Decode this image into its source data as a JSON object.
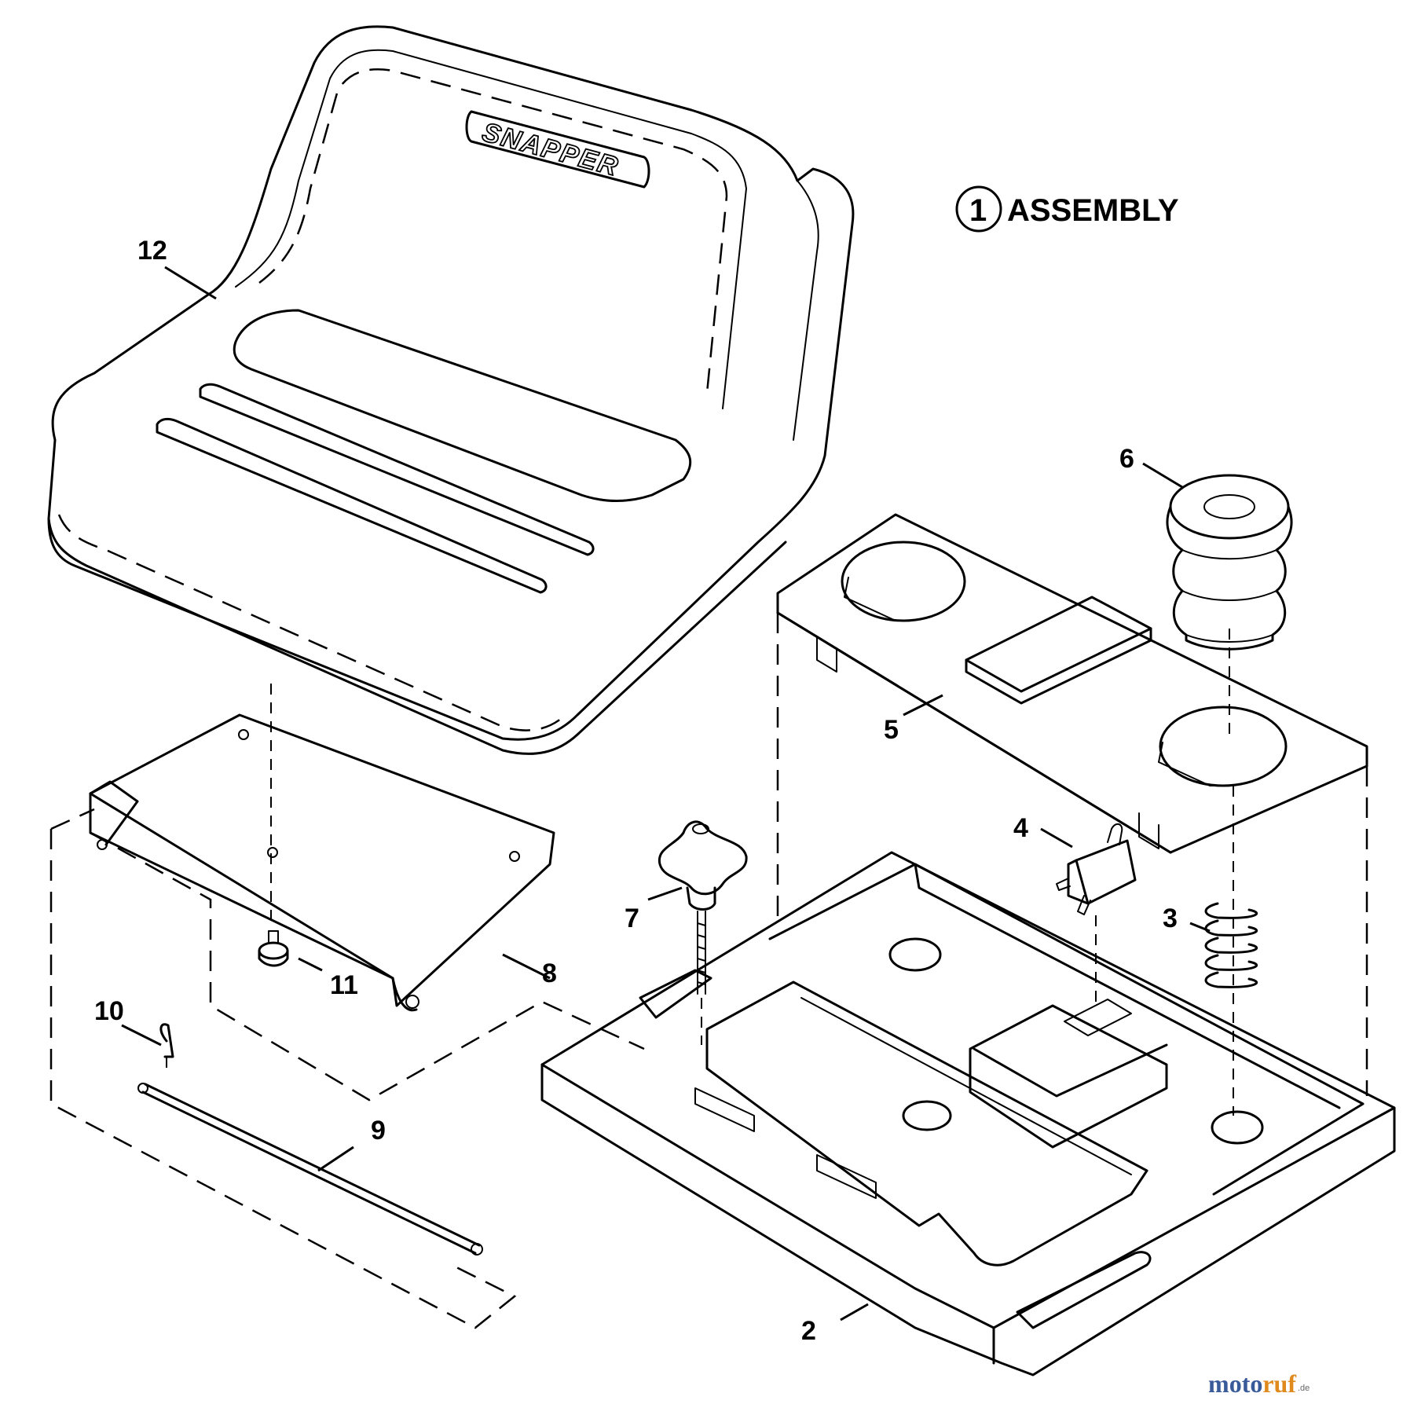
{
  "assembly": {
    "number": "1",
    "label": "ASSEMBLY"
  },
  "seat_brand": "SNAPPER",
  "callouts": {
    "c2": "2",
    "c3": "3",
    "c4": "4",
    "c5": "5",
    "c6": "6",
    "c7": "7",
    "c8": "8",
    "c9": "9",
    "c10": "10",
    "c11": "11",
    "c12": "12"
  },
  "watermark": {
    "left": "moto",
    "right": "ruf",
    "suffix": ".de"
  }
}
